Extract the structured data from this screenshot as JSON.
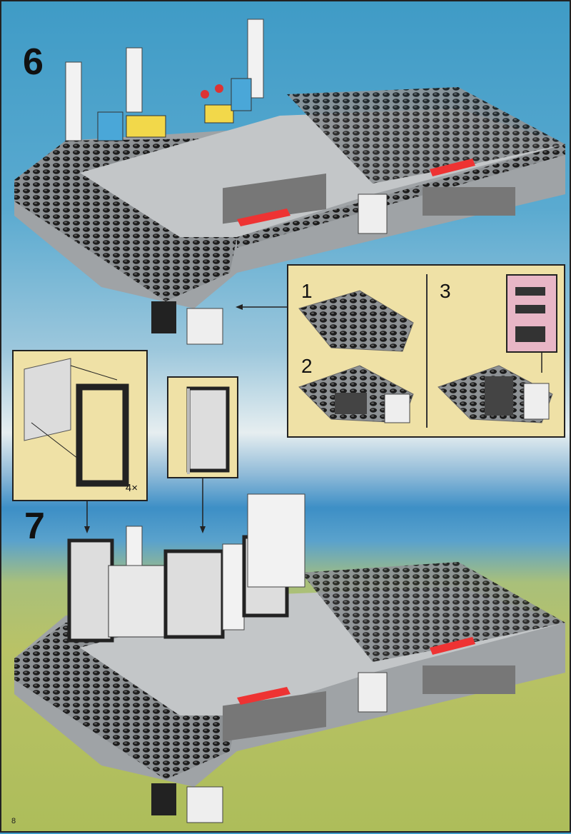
{
  "page_number": "8",
  "steps": [
    {
      "number": "6"
    },
    {
      "number": "7"
    }
  ],
  "substep_callout": {
    "labels": [
      "1",
      "2",
      "3"
    ]
  },
  "door_callout": {
    "quantity": "4×"
  },
  "colors": {
    "baseplate": "#b9bcbf",
    "studs": "#1c1c1c",
    "callout": "#efe1a6",
    "pink_box": "#e8b6c6"
  }
}
